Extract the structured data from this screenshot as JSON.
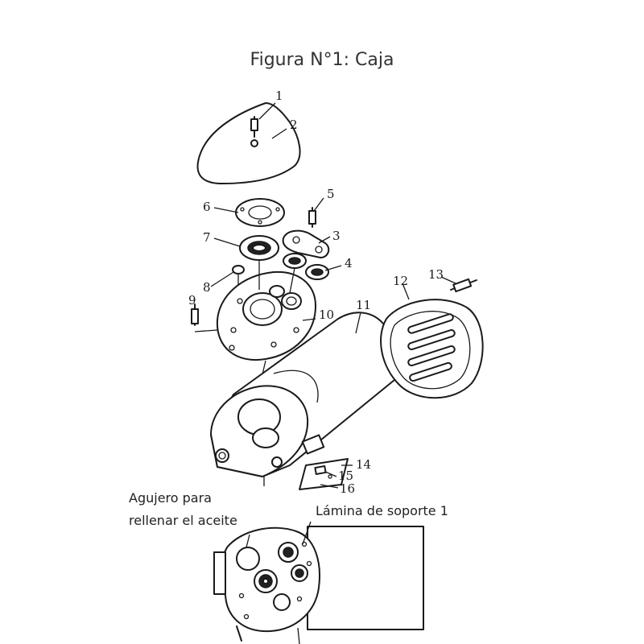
{
  "figure": {
    "title": "Figura N°1: Caja"
  },
  "part_numbers": [
    "1",
    "2",
    "3",
    "4",
    "5",
    "6",
    "7",
    "8",
    "9",
    "10",
    "11",
    "12",
    "13",
    "14",
    "15",
    "16"
  ],
  "annotations": {
    "oil_hole_line1": "Agujero para",
    "oil_hole_line2": "rellenar el aceite",
    "support_plate": "Lámina de soporte 1"
  }
}
